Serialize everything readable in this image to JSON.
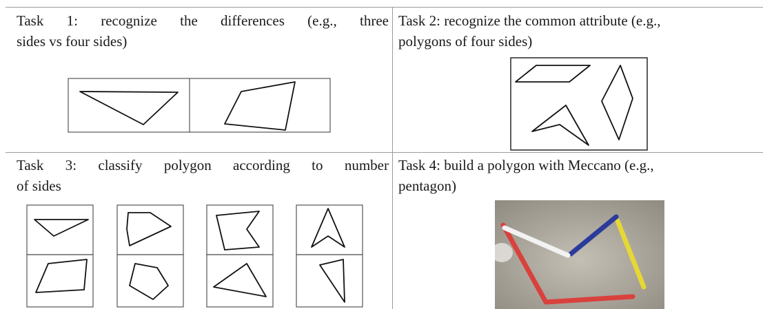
{
  "tasks": [
    {
      "line1": "Task 1: recognize the differences (e.g., three",
      "line2": "sides vs four sides)"
    },
    {
      "line1": "Task 2: recognize the common attribute (e.g.,",
      "line2": "polygons of four sides)"
    },
    {
      "line1": "Task 3: classify polygon according to number",
      "line2": "of sides"
    },
    {
      "line1": "Task 4: build a polygon with Meccano (e.g.,",
      "line2": "pentagon)"
    }
  ],
  "colors": {
    "rule": "#9a9a9a",
    "stroke": "#111111",
    "photo_bg": "#b7b2a8",
    "red": "#d9413d",
    "yellow": "#e6d835",
    "blue": "#2b3b9a",
    "white": "#f2f2f2"
  }
}
